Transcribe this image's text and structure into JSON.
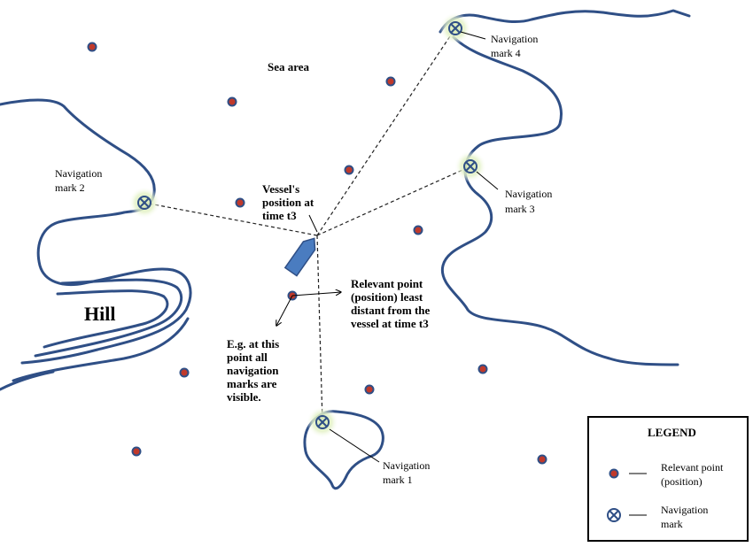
{
  "labels": {
    "sea_area": "Sea area",
    "hill": "Hill",
    "vessel": [
      "Vessel's",
      "position at",
      "time t3"
    ],
    "relevant_point": [
      "Relevant point",
      "(position) least",
      "distant from the",
      "vessel at time t3"
    ],
    "example_point": [
      "E.g. at this",
      "point all",
      "navigation",
      "marks are",
      "visible."
    ],
    "nav_mark_1": [
      "Navigation",
      "mark 1"
    ],
    "nav_mark_2": [
      "Navigation",
      "mark 2"
    ],
    "nav_mark_3": [
      "Navigation",
      "mark 3"
    ],
    "nav_mark_4": [
      "Navigation",
      "mark 4"
    ]
  },
  "legend": {
    "title": "LEGEND",
    "relevant_point": [
      "Relevant point",
      "(position)"
    ],
    "navigation_mark": [
      "Navigation",
      "mark"
    ]
  },
  "colors": {
    "coastline": "#2f4f86",
    "point_fill": "#c0392b",
    "mark_glow": "#d8ecb0",
    "vessel": "#4a7cc0"
  }
}
